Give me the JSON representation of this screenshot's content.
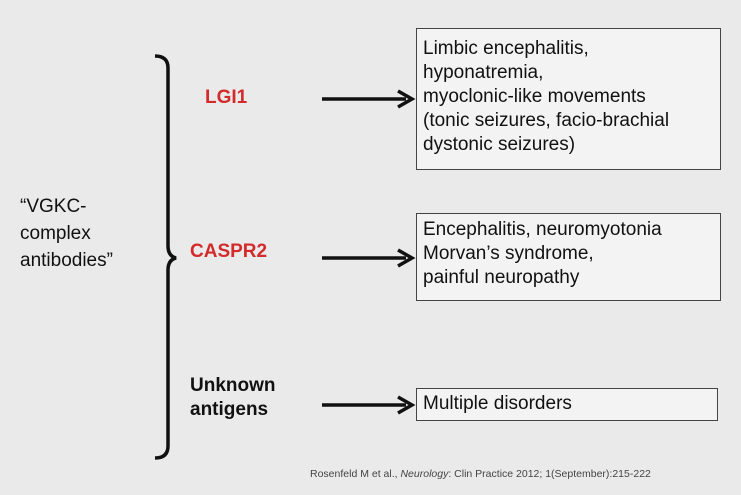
{
  "group_label": "“VGKC-\ncomplex\nantibodies”",
  "antigens": [
    {
      "label": "LGI1",
      "color": "#d32b2b"
    },
    {
      "label": "CASPR2",
      "color": "#d32b2b"
    },
    {
      "label": "Unknown\nantigens",
      "color": "#111111"
    }
  ],
  "boxes": [
    {
      "lines": [
        "Limbic encephalitis,",
        "hyponatremia,",
        "myoclonic-like movements",
        "(tonic seizures, facio-brachial",
        "dystonic seizures)"
      ]
    },
    {
      "lines": [
        "Encephalitis, neuromyotonia",
        "Morvan’s syndrome,",
        "painful neuropathy"
      ]
    },
    {
      "lines": [
        "Multiple disorders"
      ]
    }
  ],
  "citation": {
    "authors": "Rosenfeld M et al.,",
    "journal": "Neurology",
    "rest": ": Clin Practice 2012; 1(September):215-222"
  }
}
